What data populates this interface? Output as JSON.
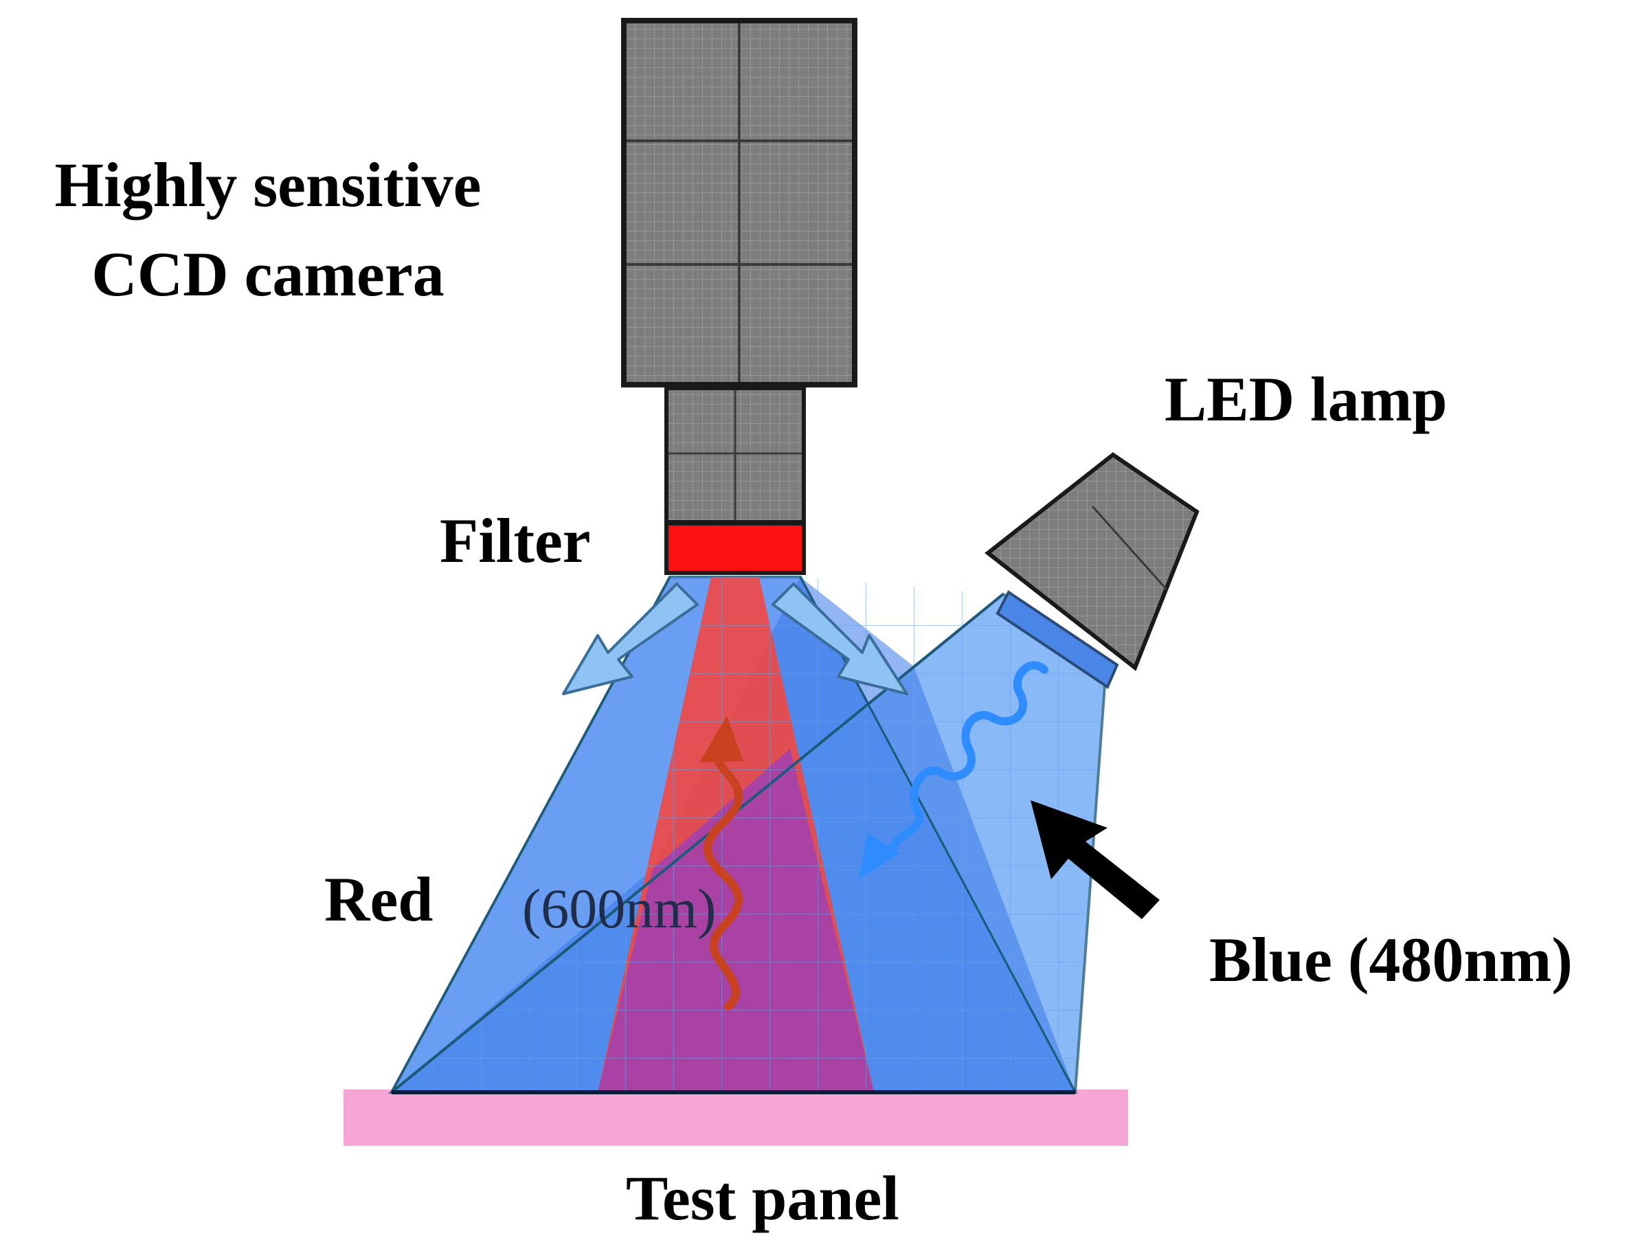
{
  "labels": {
    "camera_line1": "Highly sensitive",
    "camera_line2": "CCD camera",
    "led_lamp": "LED lamp",
    "filter": "Filter",
    "red": "Red",
    "red_wavelength": "(600nm)",
    "blue": "Blue (480nm)",
    "test_panel": "Test panel"
  },
  "colors": {
    "camera_body": "#7a7a7a",
    "filter": "#ff1010",
    "blue_light": "#3f86f2",
    "red_light": "#f5463c",
    "test_panel": "#f6a6d4",
    "wave_blue": "#2f8cff",
    "wave_red": "#c8421f"
  }
}
